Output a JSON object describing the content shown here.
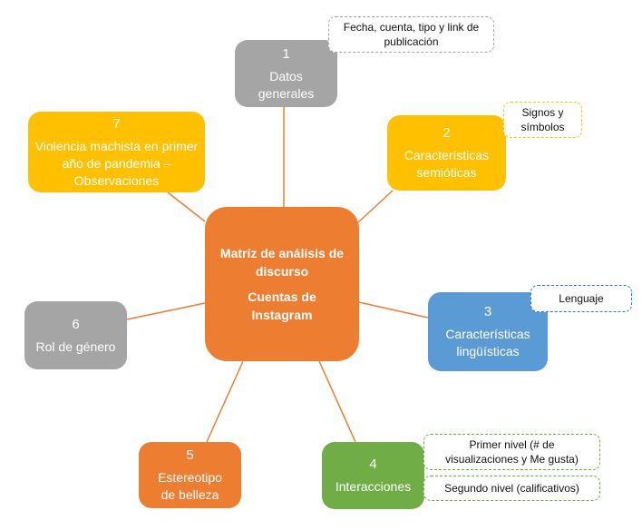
{
  "colors": {
    "center": "#ED7D31",
    "gray": "#A5A5A5",
    "yellow": "#FFC000",
    "blue": "#5B9BD5",
    "green": "#70AD47",
    "orange": "#ED7D31",
    "connector": "#ED7D31"
  },
  "center": {
    "line1": "Matriz de análisis de discurso",
    "line2": "Cuentas de Instagram"
  },
  "nodes": [
    {
      "number": "1",
      "label": "Datos generales",
      "color": "gray"
    },
    {
      "number": "2",
      "label": "Características semióticas",
      "color": "yellow"
    },
    {
      "number": "3",
      "label": "Características lingüísticas",
      "color": "blue"
    },
    {
      "number": "4",
      "label": "Interacciones",
      "color": "green"
    },
    {
      "number": "5",
      "label": "Estereotipo de belleza",
      "color": "orange"
    },
    {
      "number": "6",
      "label": "Rol de género",
      "color": "gray"
    },
    {
      "number": "7",
      "label": "Violencia machista en primer año de pandemia – Observaciones",
      "color": "yellow"
    }
  ],
  "notes": [
    {
      "text": "Fecha, cuenta, tipo y link de publicación",
      "attached_to": "1"
    },
    {
      "text": "Signos y símbolos",
      "attached_to": "2"
    },
    {
      "text": "Lenguaje",
      "attached_to": "3"
    },
    {
      "text": "Primer nivel (# de visualizaciones y Me gusta)",
      "attached_to": "4"
    },
    {
      "text": "Segundo nivel (calificativos)",
      "attached_to": "4"
    }
  ]
}
